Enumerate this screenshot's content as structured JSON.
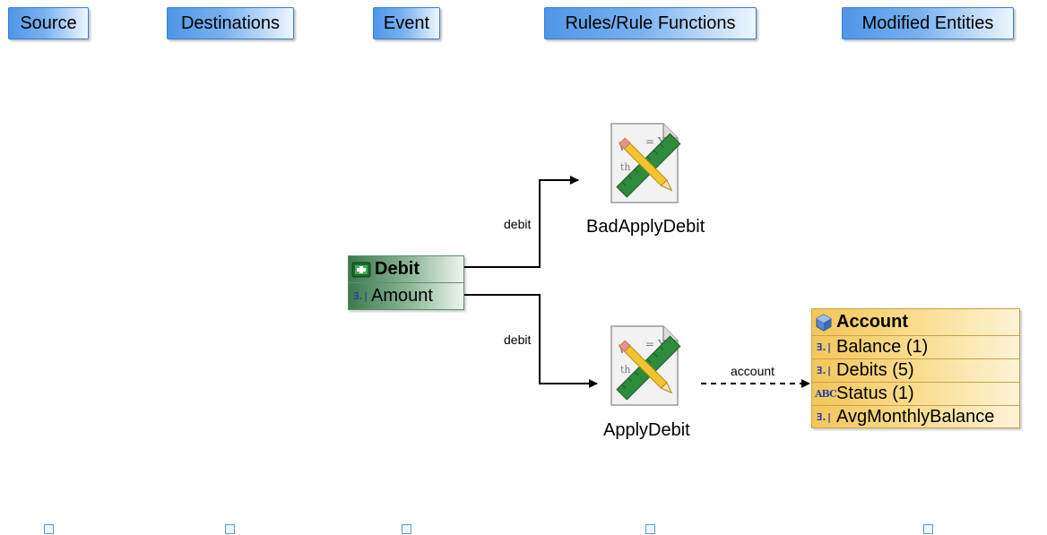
{
  "lanes": [
    {
      "label": "Source"
    },
    {
      "label": "Destinations"
    },
    {
      "label": "Event"
    },
    {
      "label": "Rules/Rule Functions"
    },
    {
      "label": "Modified Entities"
    }
  ],
  "event": {
    "name": "Debit",
    "icon": "event-icon",
    "properties": [
      {
        "name": "Amount",
        "icon": "integer-property-icon"
      }
    ]
  },
  "rules": [
    {
      "name": "BadApplyDebit",
      "icon": "rule-icon"
    },
    {
      "name": "ApplyDebit",
      "icon": "rule-icon"
    }
  ],
  "entity": {
    "name": "Account",
    "icon": "concept-icon",
    "properties": [
      {
        "name": "Balance (1)",
        "icon": "integer-property-icon"
      },
      {
        "name": "Debits (5)",
        "icon": "integer-property-icon"
      },
      {
        "name": "Status (1)",
        "icon": "string-property-icon"
      },
      {
        "name": "AvgMonthlyBalance",
        "icon": "integer-property-icon"
      }
    ]
  },
  "connections": [
    {
      "label": "debit",
      "style": "solid"
    },
    {
      "label": "debit",
      "style": "solid"
    },
    {
      "label": "account",
      "style": "dashed"
    }
  ],
  "colors": {
    "lane_header": "#4f96e8",
    "event_fill": "#3c7a4c",
    "entity_fill": "#f3c65a",
    "rule_bar": "#2e8b3d",
    "pencil": "#f2c430"
  }
}
